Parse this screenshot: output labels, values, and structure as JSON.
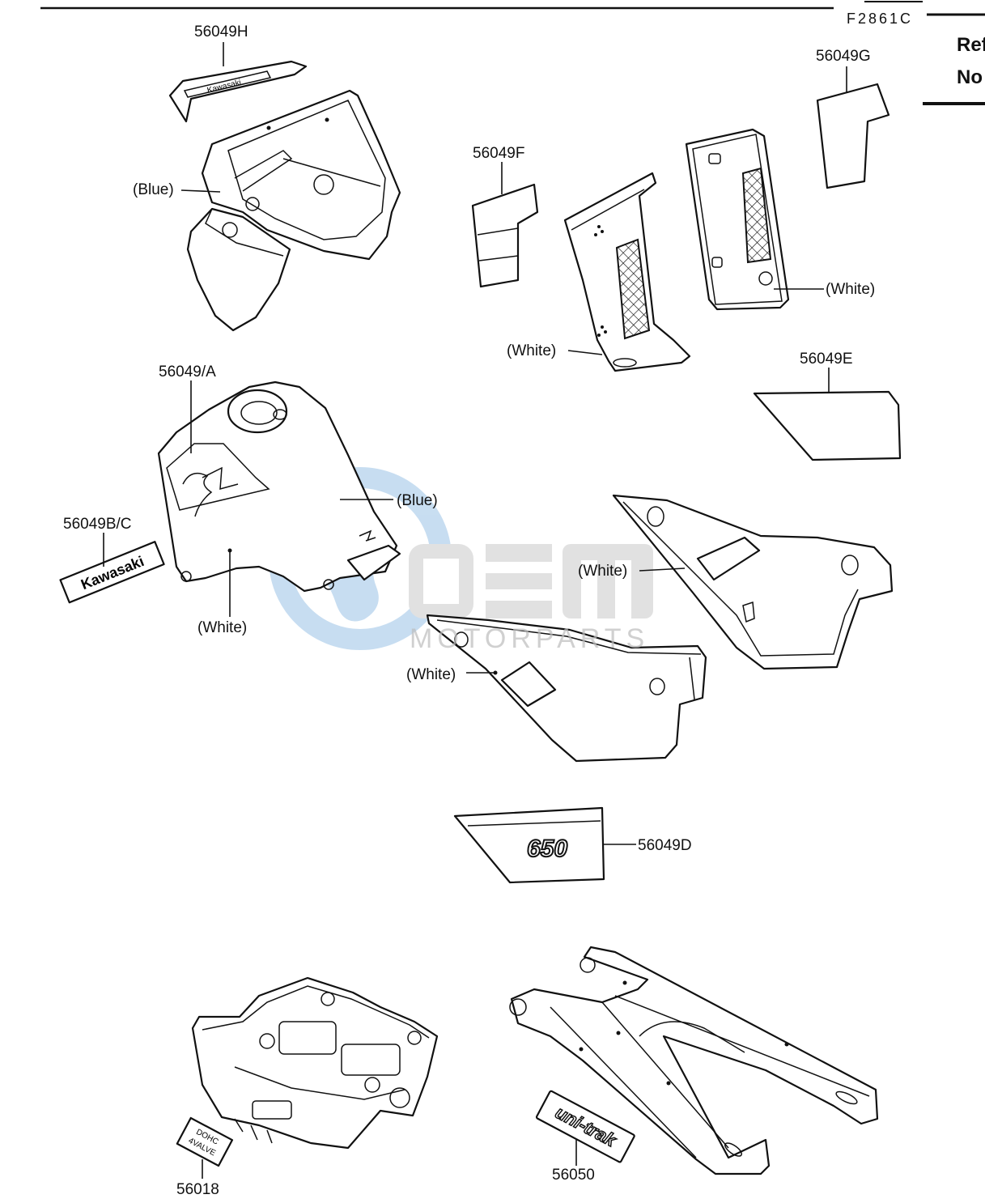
{
  "figure_code": "F2861C",
  "side_note": [
    "Ref",
    "No"
  ],
  "watermark": {
    "logo_text": "OEM",
    "tagline": "MOTORPARTS",
    "color": "#9bc3e6"
  },
  "decal_text": {
    "brand": "Kawasaki",
    "engine_size": "650",
    "swingarm_brand": "uni-trak",
    "head_plate_line1": "DOHC",
    "head_plate_line2": "4VALVE"
  },
  "part_labels": [
    {
      "id": "56049H",
      "text": "56049H"
    },
    {
      "id": "56049G",
      "text": "56049G"
    },
    {
      "id": "56049F",
      "text": "56049F"
    },
    {
      "id": "56049E",
      "text": "56049E"
    },
    {
      "id": "56049A",
      "text": "56049/A"
    },
    {
      "id": "56049BC",
      "text": "56049B/C"
    },
    {
      "id": "56049D",
      "text": "56049D"
    },
    {
      "id": "56018",
      "text": "56018"
    },
    {
      "id": "56050",
      "text": "56050"
    }
  ],
  "color_notes": {
    "fairing": "(Blue)",
    "tank_upper": "(Blue)",
    "tank_lower": "(White)",
    "side_cover_front": "(White)",
    "side_cover_rear": "(White)",
    "side_panel_right": "(White)",
    "side_panel_left": "(White)"
  }
}
